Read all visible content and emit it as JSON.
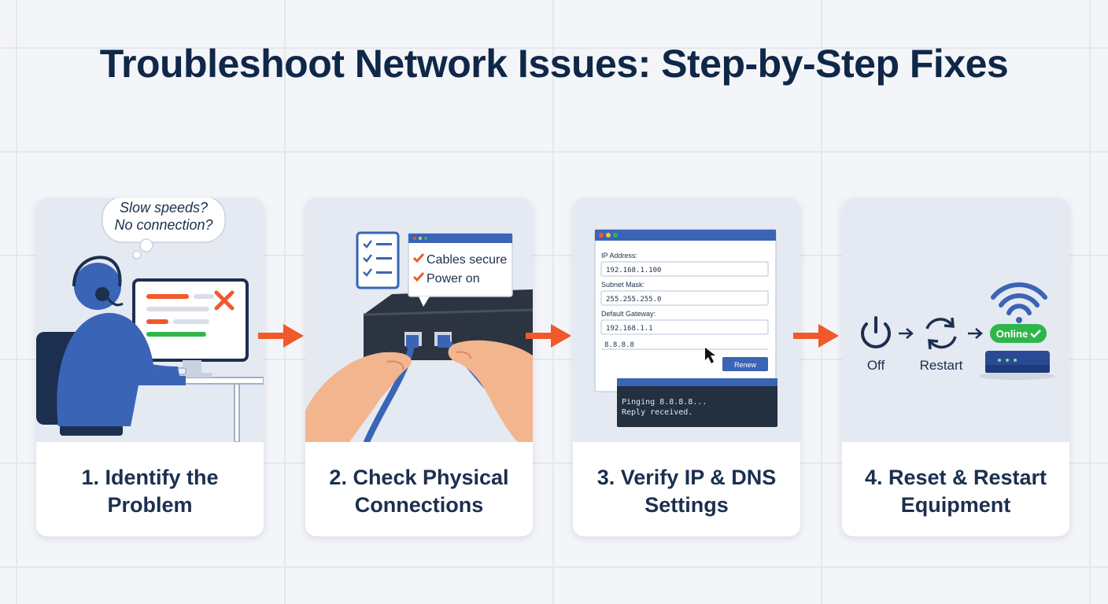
{
  "title": "Troubleshoot Network Issues: Step-by-Step Fixes",
  "steps": [
    {
      "label_line1": "1. Identify the",
      "label_line2": "Problem",
      "bubble_line1": "Slow speeds?",
      "bubble_line2": "No connection?"
    },
    {
      "label_line1": "2. Check Physical",
      "label_line2": "Connections",
      "checklist": [
        "Cables secure",
        "Power on"
      ]
    },
    {
      "label_line1": "3. Verify IP & DNS",
      "label_line2": "Settings",
      "fields": [
        {
          "label": "IP Address:",
          "value": "192.168.1.100"
        },
        {
          "label": "Subnet Mask:",
          "value": "255.255.255.0"
        },
        {
          "label": "Default Gateway:",
          "value": "192.168.1.1"
        },
        {
          "label": "",
          "value": "8.8.8.8"
        }
      ],
      "renew_button": "Renew",
      "terminal_line1": "Pinging 8.8.8.8...",
      "terminal_line2": "Reply received."
    },
    {
      "label_line1": "4. Reset & Restart",
      "label_line2": "Equipment",
      "off_label": "Off",
      "restart_label": "Restart",
      "online_badge": "Online"
    }
  ],
  "colors": {
    "title": "#0f2748",
    "accent_blue": "#3a64b6",
    "arrow_orange": "#f1592a",
    "online_green": "#2fb64a",
    "card_art_bg": "#e4e9f2"
  },
  "icons": [
    "thought-bubble",
    "support-agent",
    "monitor-error-x",
    "checklist-clipboard",
    "network-switch",
    "ethernet-cable",
    "settings-window",
    "mouse-cursor",
    "terminal-window",
    "power-icon",
    "restart-icon",
    "wifi-icon",
    "router-icon",
    "check-icon",
    "flow-arrow-icon"
  ]
}
